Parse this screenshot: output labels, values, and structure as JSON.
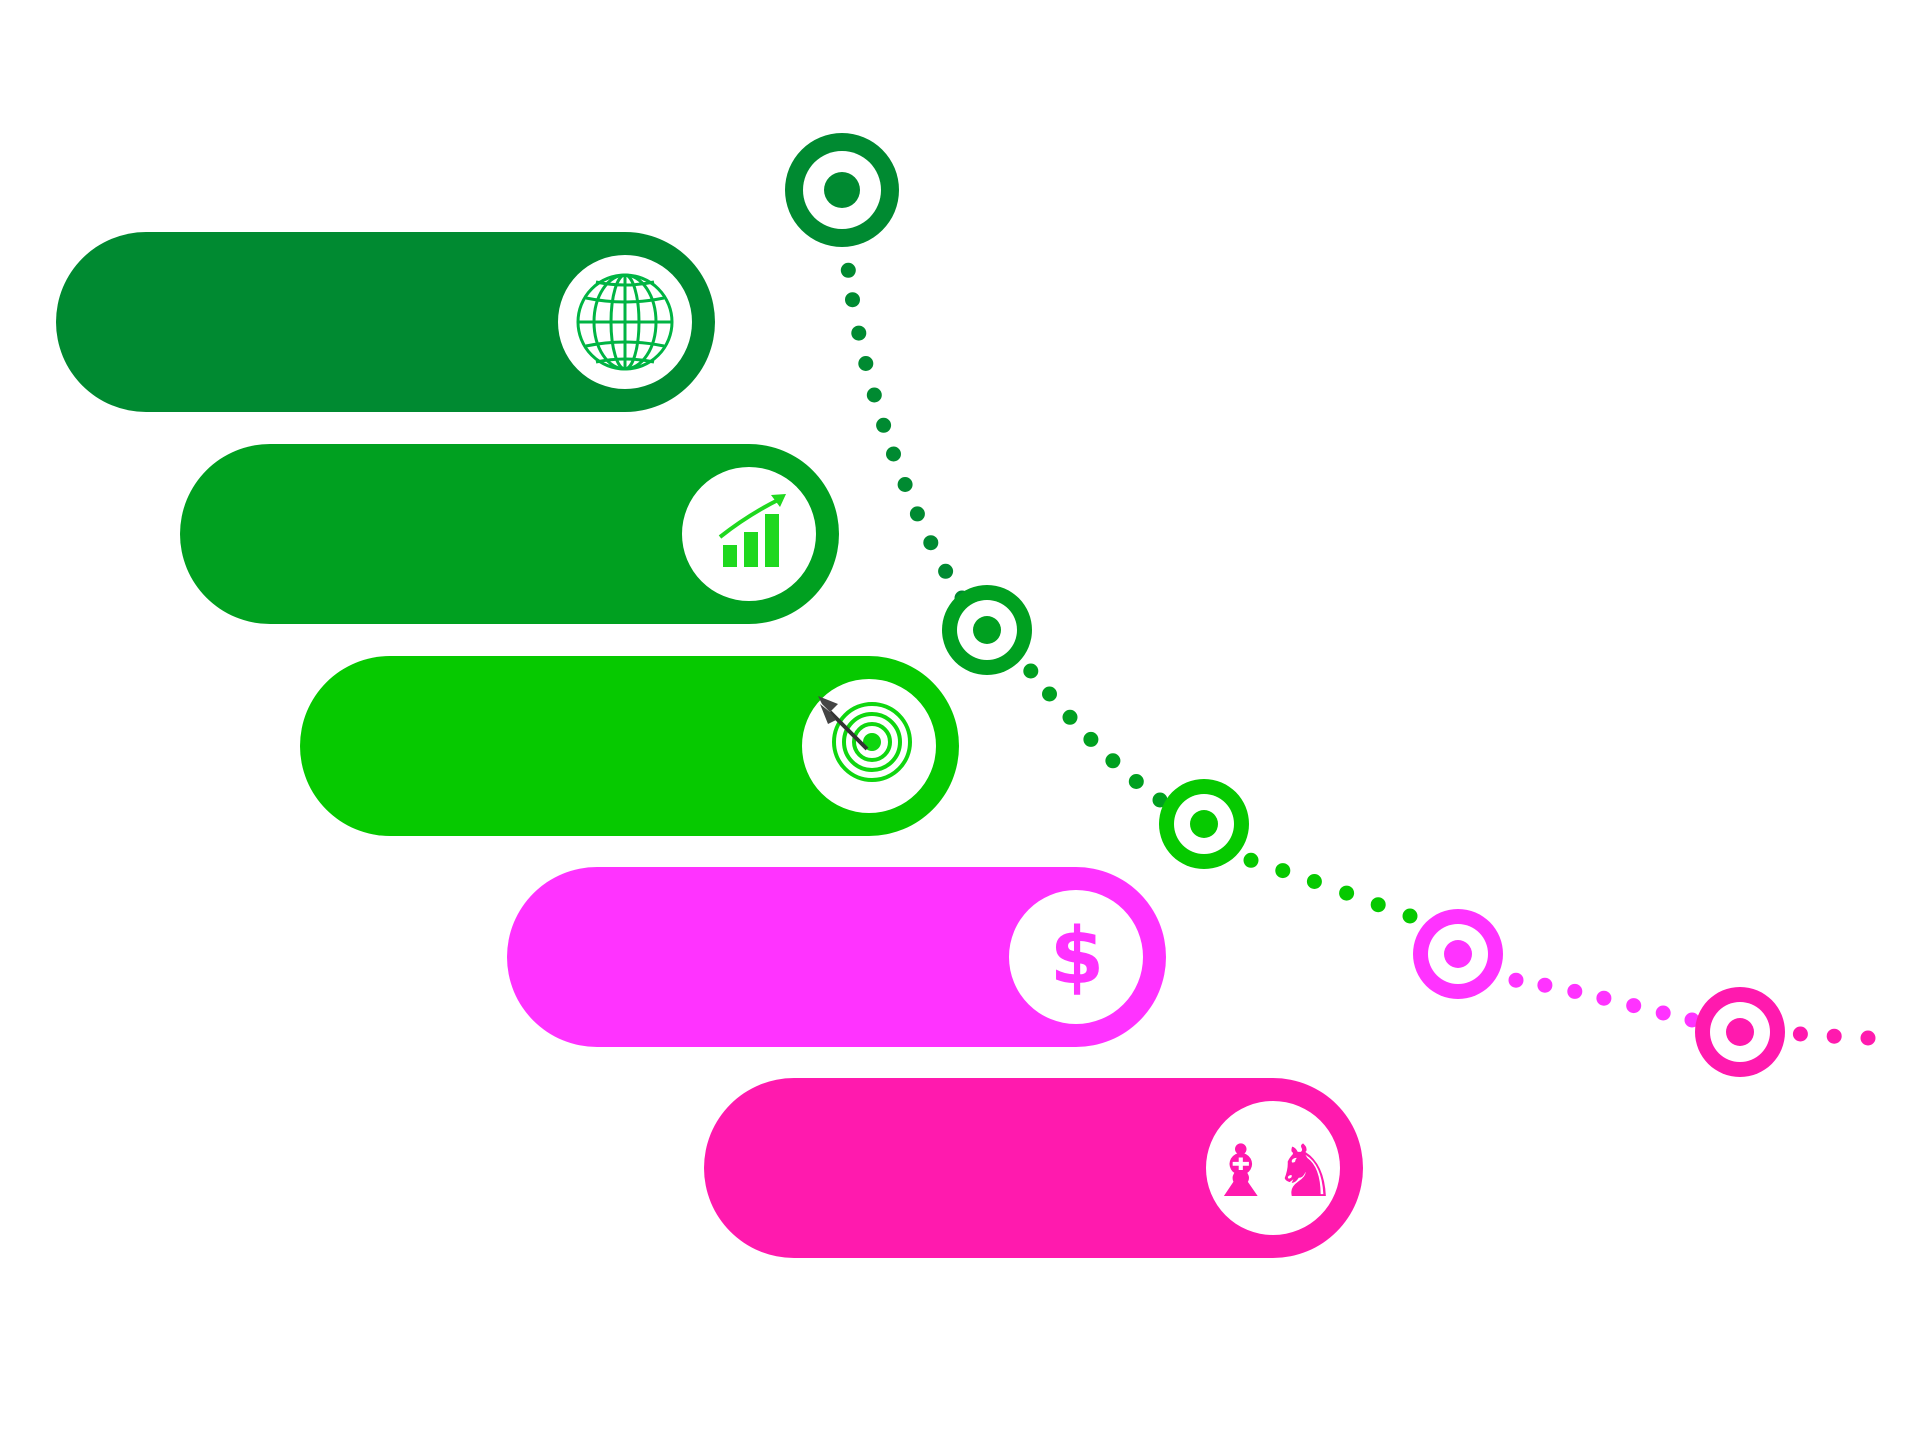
{
  "colors": {
    "background": "#ffffff",
    "dark_green": "#008a31",
    "medium_green": "#00a020",
    "bright_green": "#06c900",
    "light_magenta": "#ff33ff",
    "deep_magenta": "#ff1aae",
    "icon_white": "#ffffff"
  },
  "steps": [
    {
      "id": "step-1",
      "icon": "globe-icon",
      "color": "#008a31",
      "label": ""
    },
    {
      "id": "step-2",
      "icon": "growth-chart-icon",
      "color": "#00a020",
      "label": ""
    },
    {
      "id": "step-3",
      "icon": "target-dart-icon",
      "color": "#06c900",
      "label": ""
    },
    {
      "id": "step-4",
      "icon": "dollar-icon",
      "color": "#ff33ff",
      "label": ""
    },
    {
      "id": "step-5",
      "icon": "chess-pieces-icon",
      "color": "#ff1aae",
      "label": ""
    }
  ],
  "timeline": {
    "nodes": [
      {
        "id": "node-1",
        "color": "#008a31"
      },
      {
        "id": "node-2",
        "color": "#00a020"
      },
      {
        "id": "node-3",
        "color": "#06c900"
      },
      {
        "id": "node-4",
        "color": "#ff33ff"
      },
      {
        "id": "node-5",
        "color": "#ff1aae"
      }
    ]
  }
}
